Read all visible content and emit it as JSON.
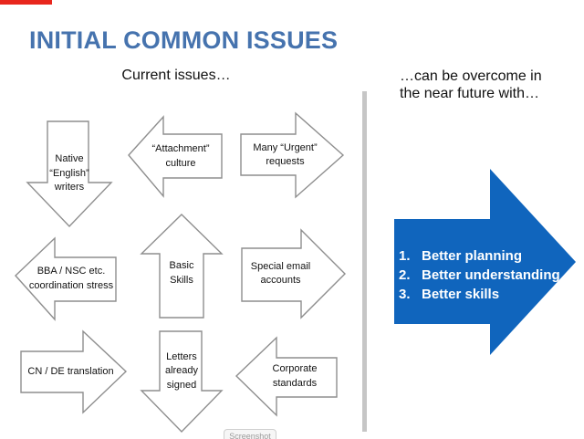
{
  "header": {
    "title": "INITIAL COMMON ISSUES",
    "title_color": "#4673ae"
  },
  "captions": {
    "left": "Current issues…",
    "right": "…can be overcome in\nthe near future with…"
  },
  "issues": {
    "native_english": {
      "label": "Native\n“English”\nwriters",
      "direction": "down"
    },
    "attachment_culture": {
      "label": "“Attachment”\nculture",
      "direction": "left"
    },
    "urgent_requests": {
      "label": "Many “Urgent”\nrequests",
      "direction": "right"
    },
    "bba_nsc": {
      "label": "BBA / NSC etc.\ncoordination stress",
      "direction": "left"
    },
    "basic_skills": {
      "label": "Basic\nSkills",
      "direction": "up"
    },
    "special_email": {
      "label": "Special email\naccounts",
      "direction": "right"
    },
    "cn_de_translation": {
      "label": "CN / DE translation",
      "direction": "right"
    },
    "letters_signed": {
      "label": "Letters\nalready\nsigned",
      "direction": "down"
    },
    "corporate_standards": {
      "label": "Corporate\nstandards",
      "direction": "left"
    }
  },
  "solutions": {
    "arrow_color": "#1065bd",
    "items": [
      {
        "num": "1.",
        "label": "Better planning"
      },
      {
        "num": "2.",
        "label": "Better understanding"
      },
      {
        "num": "3.",
        "label": "Better skills"
      }
    ]
  },
  "overlay": {
    "screenshot_chip_label": "Screenshot",
    "red_bar_color": "#e8261d"
  }
}
